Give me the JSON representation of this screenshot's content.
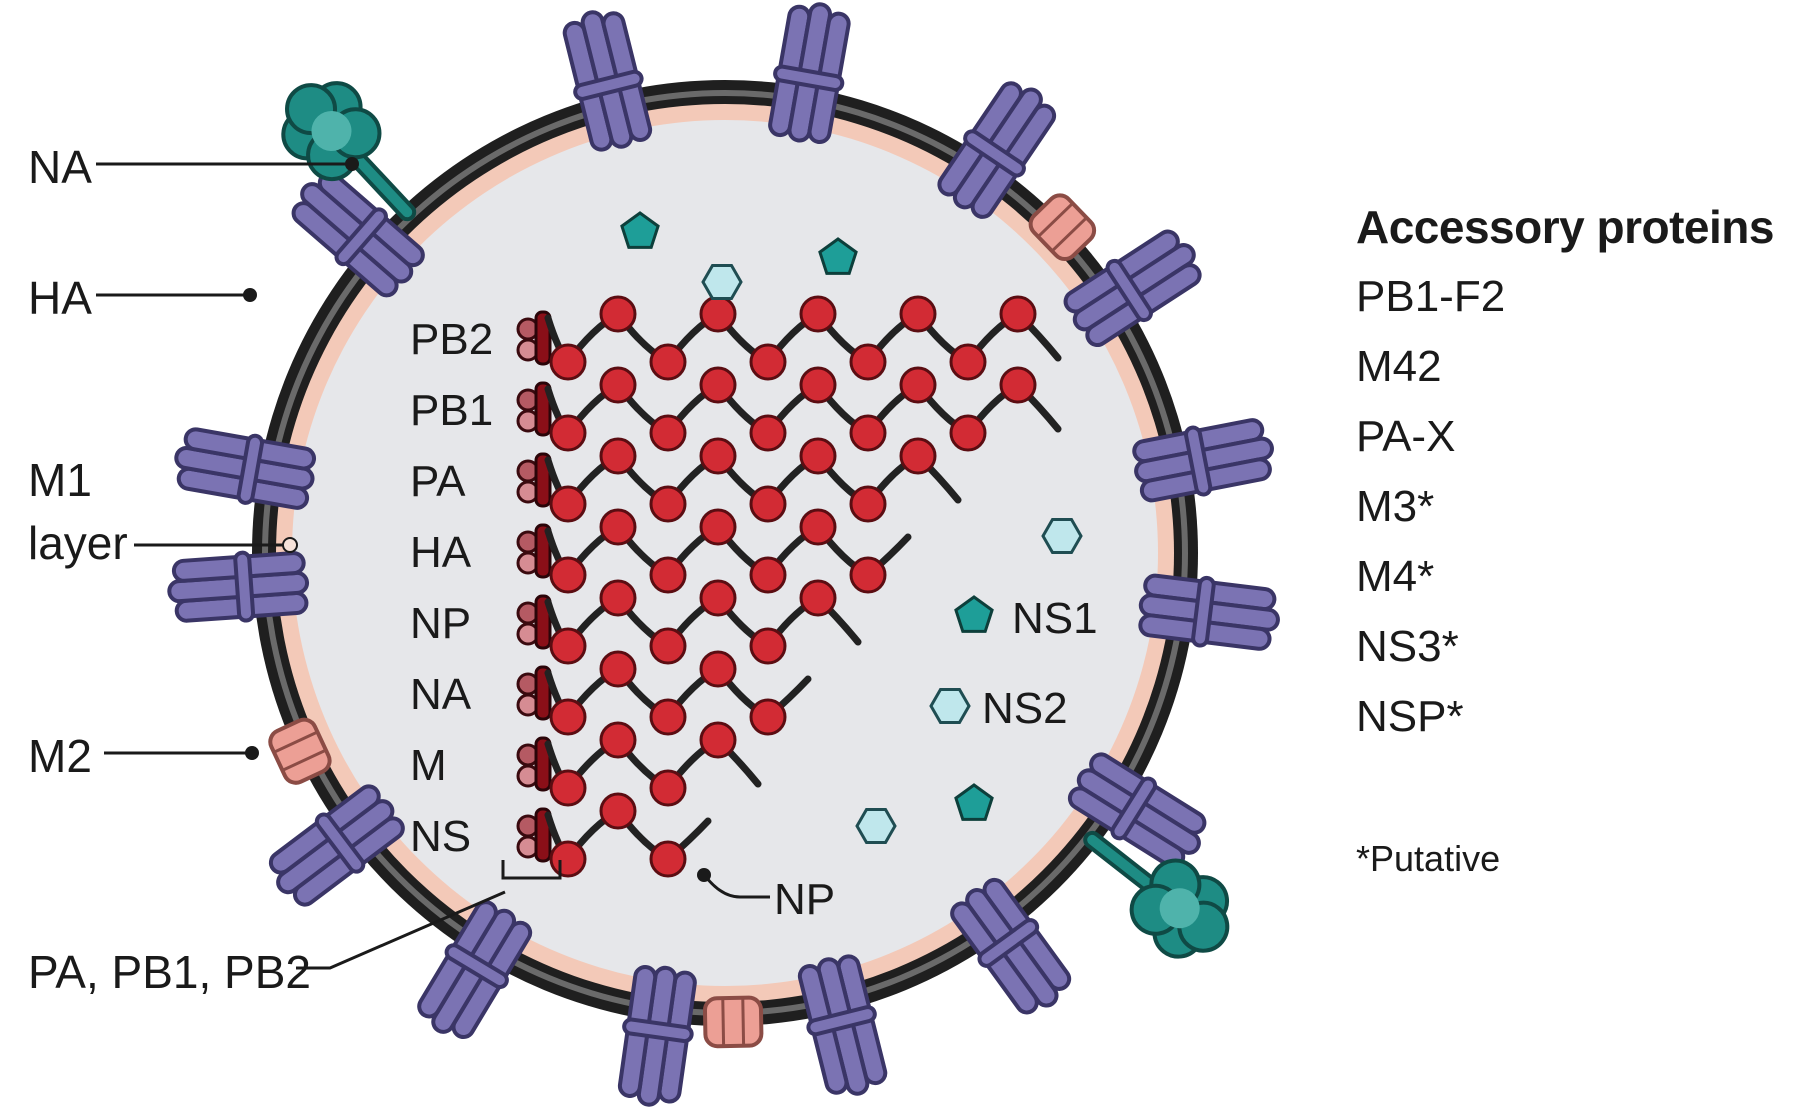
{
  "diagram": {
    "outer_labels": {
      "na": "NA",
      "ha": "HA",
      "m1_line1": "M1",
      "m1_line2": "layer",
      "m2": "M2",
      "polymerase": "PA, PB1, PB2"
    },
    "segments": [
      {
        "label": "PB2"
      },
      {
        "label": "PB1"
      },
      {
        "label": "PA"
      },
      {
        "label": "HA"
      },
      {
        "label": "NP"
      },
      {
        "label": "NA"
      },
      {
        "label": "M"
      },
      {
        "label": "NS"
      }
    ],
    "inner_labels": {
      "ns1": "NS1",
      "ns2": "NS2",
      "np": "NP"
    }
  },
  "accessory": {
    "title": "Accessory proteins",
    "items": [
      "PB1-F2",
      "M42",
      "PA-X",
      "M3*",
      "M4*",
      "NS3*",
      "NSP*"
    ],
    "note": "*Putative"
  },
  "colors": {
    "envelope": "#222222",
    "membrane_inner": "#f3c9b8",
    "interior": "#e6e7ea",
    "hemagglutinin": "#7b73b3",
    "neuraminidase": "#1e8c84",
    "m2_channel": "#ec9f95",
    "rna_strand": "#222222",
    "nucleoprotein": "#d22b34",
    "polymerase": "#8a0f18",
    "ns1": "#1e9e98",
    "ns2": "#bfe7ec"
  }
}
